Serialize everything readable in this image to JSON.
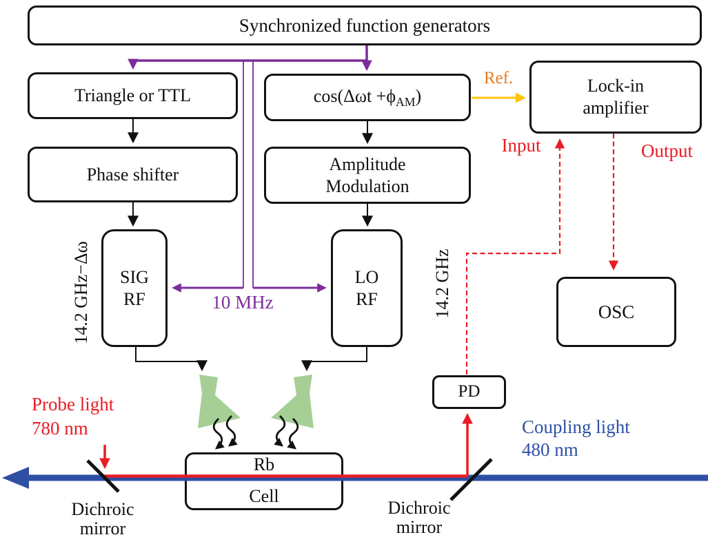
{
  "boxes": {
    "sync": "Synchronized function generators",
    "triangle": "Triangle or TTL",
    "formula": {
      "prefix": "cos(Δωt +ϕ",
      "sub": "AM",
      "suffix": ")"
    },
    "lockin": {
      "line1": "Lock-in",
      "line2": "amplifier"
    },
    "phase": "Phase shifter",
    "am": {
      "line1": "Amplitude",
      "line2": "Modulation"
    },
    "sig": {
      "line1": "SIG",
      "line2": "RF"
    },
    "lo": {
      "line1": "LO",
      "line2": "RF"
    },
    "osc": "OSC",
    "pd": "PD",
    "rb_cell": {
      "line1": "Rb",
      "line2": "Cell"
    }
  },
  "labels": {
    "ref": "Ref.",
    "input": "Input",
    "output": "Output",
    "mhz10": "10 MHz",
    "sig_freq": "14.2 GHz−Δω",
    "pd_freq": "14.2 GHz",
    "probe_line1": "Probe light",
    "probe_line2": "780 nm",
    "coupling_line1": "Coupling light",
    "coupling_line2": "480 nm",
    "dichroic_line1": "Dichroic",
    "dichroic_line2": "mirror"
  },
  "colors": {
    "sync_bus_purple": "#7b2d9b",
    "signal_red": "#e81c24",
    "ref_orange": "#e87b22",
    "ref_arrow_yellow": "#ffc40c",
    "coupling_blue": "#2e4fa4",
    "horn_green": "#a6cf96",
    "line_black": "#111111"
  }
}
